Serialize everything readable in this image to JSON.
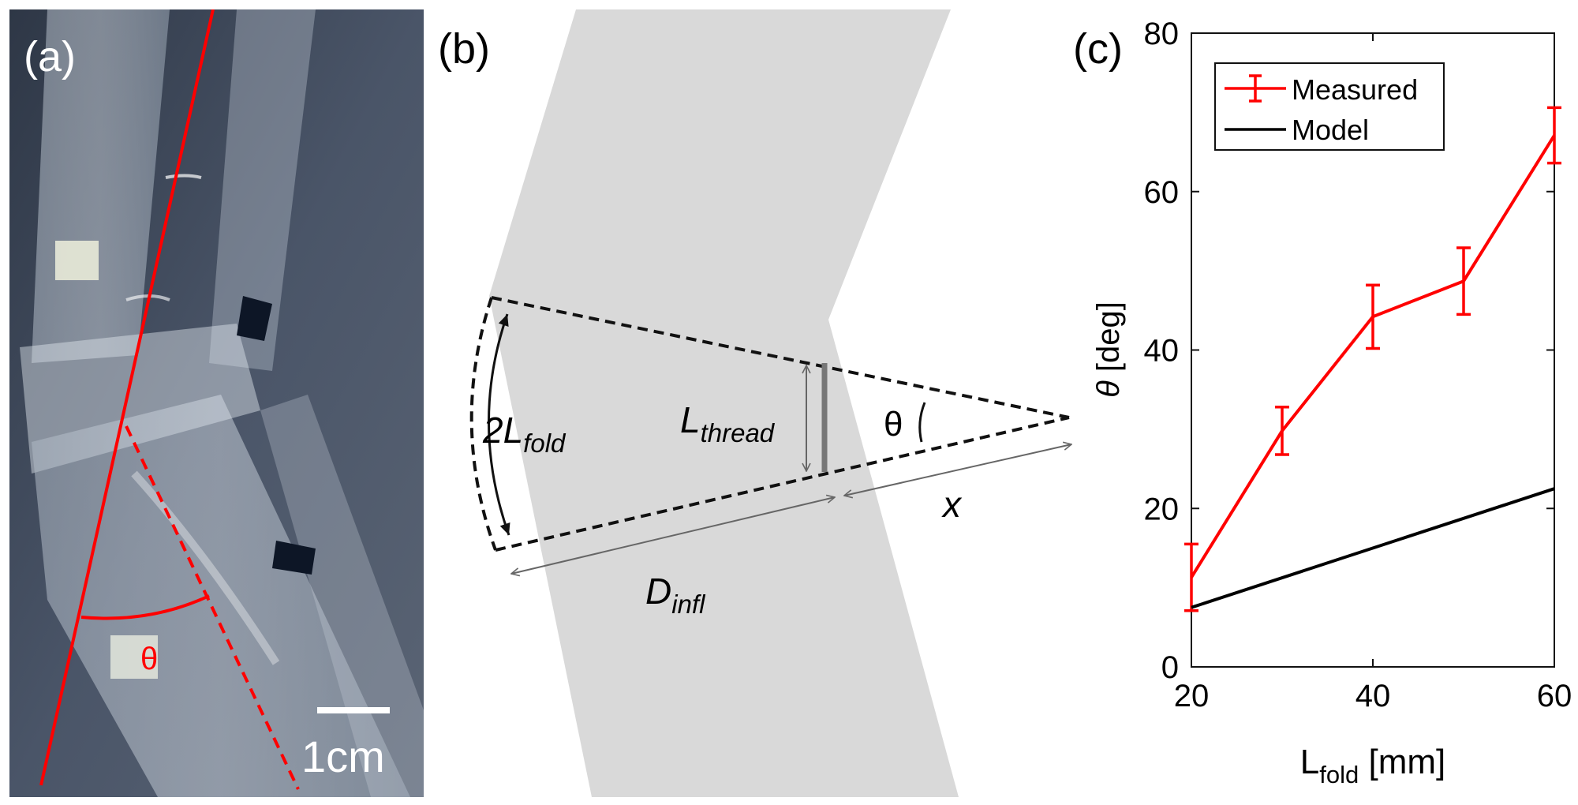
{
  "panels": {
    "a": {
      "label": "(a)",
      "angle_label": "θ",
      "scale_bar_label": "1cm"
    },
    "b": {
      "label": "(b)",
      "fold_symbol": "2L",
      "fold_subscript": "fold",
      "thread_symbol": "L",
      "thread_subscript": "thread",
      "angle_label": "θ",
      "x_label": "x",
      "infl_symbol": "D",
      "infl_subscript": "infl"
    },
    "c": {
      "label": "(c)"
    }
  },
  "colors": {
    "measured": "#ff0000",
    "model": "#000000",
    "band": "#d9d9d9",
    "photo_bg": "#3c4656"
  },
  "chart_data": {
    "type": "line",
    "xlabel_main": "L",
    "xlabel_sub": "fold",
    "xlabel_unit": "[mm]",
    "ylabel_symbol": "θ",
    "ylabel_unit": "[deg]",
    "xlim": [
      20,
      60
    ],
    "ylim": [
      0,
      80
    ],
    "xticks": [
      20,
      40,
      60
    ],
    "yticks": [
      0,
      20,
      40,
      60,
      80
    ],
    "grid": false,
    "legend_position": "top-left",
    "series": [
      {
        "name": "Measured",
        "x": [
          20,
          30,
          40,
          50,
          60
        ],
        "y": [
          11.3,
          29.8,
          44.2,
          48.7,
          67.1
        ],
        "err": [
          4.2,
          3.0,
          4.0,
          4.2,
          3.5
        ]
      },
      {
        "name": "Model",
        "x": [
          20,
          60
        ],
        "y": [
          7.5,
          22.5
        ]
      }
    ]
  }
}
